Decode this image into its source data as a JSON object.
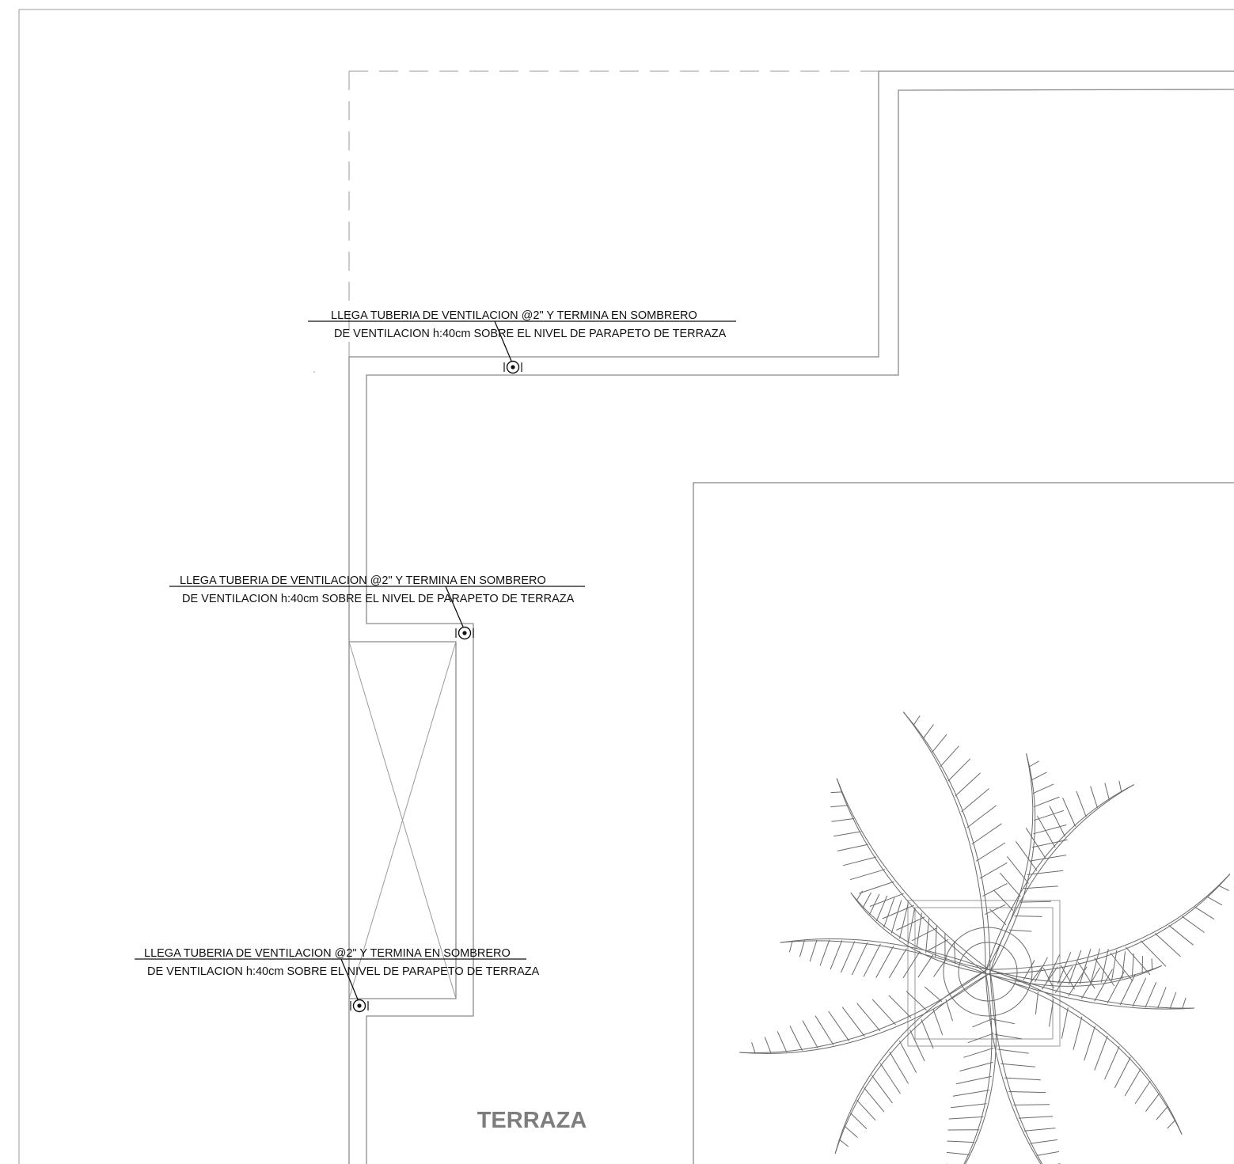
{
  "plan": {
    "room_label": "TERRAZA",
    "notes": [
      {
        "line1": "LLEGA TUBERIA DE VENTILACION @2\" Y TERMINA EN SOMBRERO",
        "line2": "DE VENTILACION h:40cm SOBRE EL NIVEL DE PARAPETO DE TERRAZA"
      },
      {
        "line1": "LLEGA TUBERIA DE VENTILACION @2\" Y TERMINA EN SOMBRERO",
        "line2": "DE VENTILACION h:40cm SOBRE EL NIVEL DE PARAPETO DE TERRAZA"
      },
      {
        "line1": "LLEGA TUBERIA DE VENTILACION @2\" Y TERMINA EN SOMBRERO",
        "line2": "DE VENTILACION h:40cm SOBRE EL NIVEL DE PARAPETO DE TERRAZA"
      }
    ],
    "symbols": [
      "vent-pipe-icon",
      "vent-pipe-icon",
      "vent-pipe-icon",
      "palm-tree-icon"
    ],
    "colors": {
      "linework": "#8a8a8a",
      "text": "#111111",
      "room_label": "#7d7d7d"
    }
  }
}
